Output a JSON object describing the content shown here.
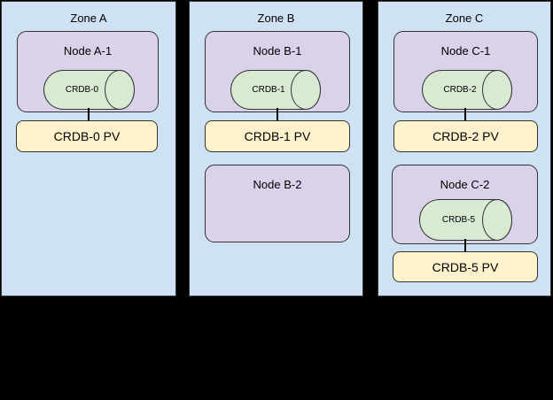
{
  "colors": {
    "background": "#000000",
    "zone_fill": "#cfe2f3",
    "node_fill": "#d9d2e9",
    "cylinder_fill": "#d9ead3",
    "pv_fill": "#fff2cc",
    "shape_border": "#333333",
    "connector": "#000000",
    "text": "#000000"
  },
  "zones": [
    {
      "title": "Zone A",
      "nodes": [
        {
          "label": "Node A-1",
          "cylinder": "CRDB-0"
        }
      ],
      "pvs": [
        "CRDB-0 PV"
      ]
    },
    {
      "title": "Zone B",
      "nodes": [
        {
          "label": "Node B-1",
          "cylinder": "CRDB-1"
        },
        {
          "label": "Node B-2"
        }
      ],
      "pvs": [
        "CRDB-1 PV"
      ]
    },
    {
      "title": "Zone C",
      "nodes": [
        {
          "label": "Node C-1",
          "cylinder": "CRDB-2"
        },
        {
          "label": "Node C-2",
          "cylinder": "CRDB-5"
        }
      ],
      "pvs": [
        "CRDB-2 PV",
        "CRDB-5 PV"
      ]
    }
  ]
}
